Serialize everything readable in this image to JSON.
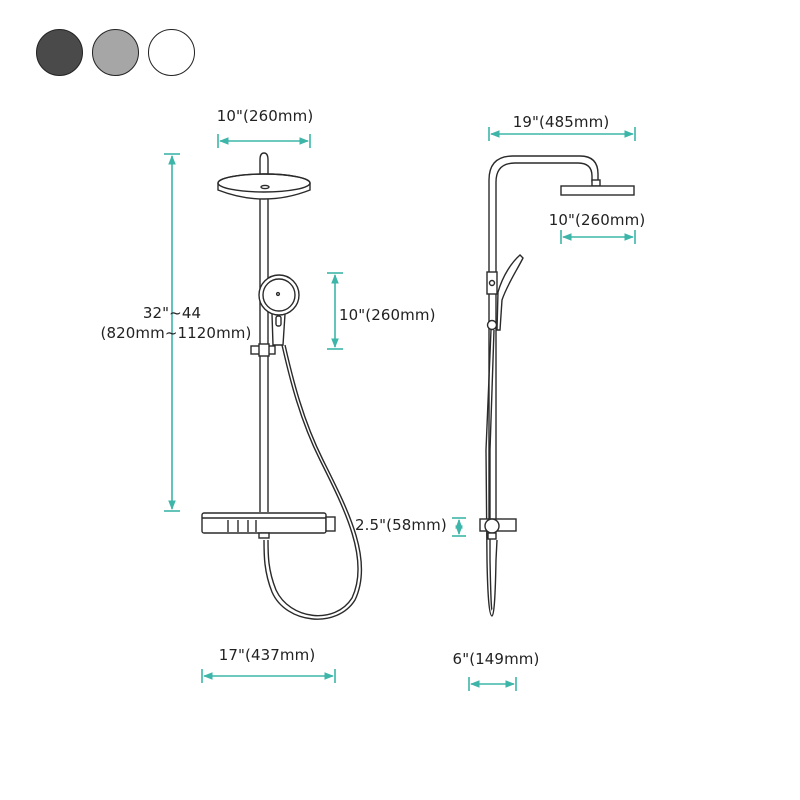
{
  "colors": {
    "dimension_line": "#3db5a8",
    "outline": "#2a2a2a"
  },
  "finish_swatches": [
    {
      "name": "dark-gray",
      "color": "#4a4a4a"
    },
    {
      "name": "light-gray",
      "color": "#a6a6a6"
    },
    {
      "name": "white",
      "color": "#ffffff"
    }
  ],
  "front_view": {
    "head_width": "10\"(260mm)",
    "height_range_line1": "32\"~44",
    "height_range_line2": "(820mm~1120mm)",
    "handshower_height": "10\"(260mm)",
    "overall_width": "17\"(437mm)"
  },
  "side_view": {
    "arm_reach": "19\"(485mm)",
    "head_width": "10\"(260mm)",
    "valve_height": "2.5\"(58mm)",
    "depth": "6\"(149mm)"
  }
}
